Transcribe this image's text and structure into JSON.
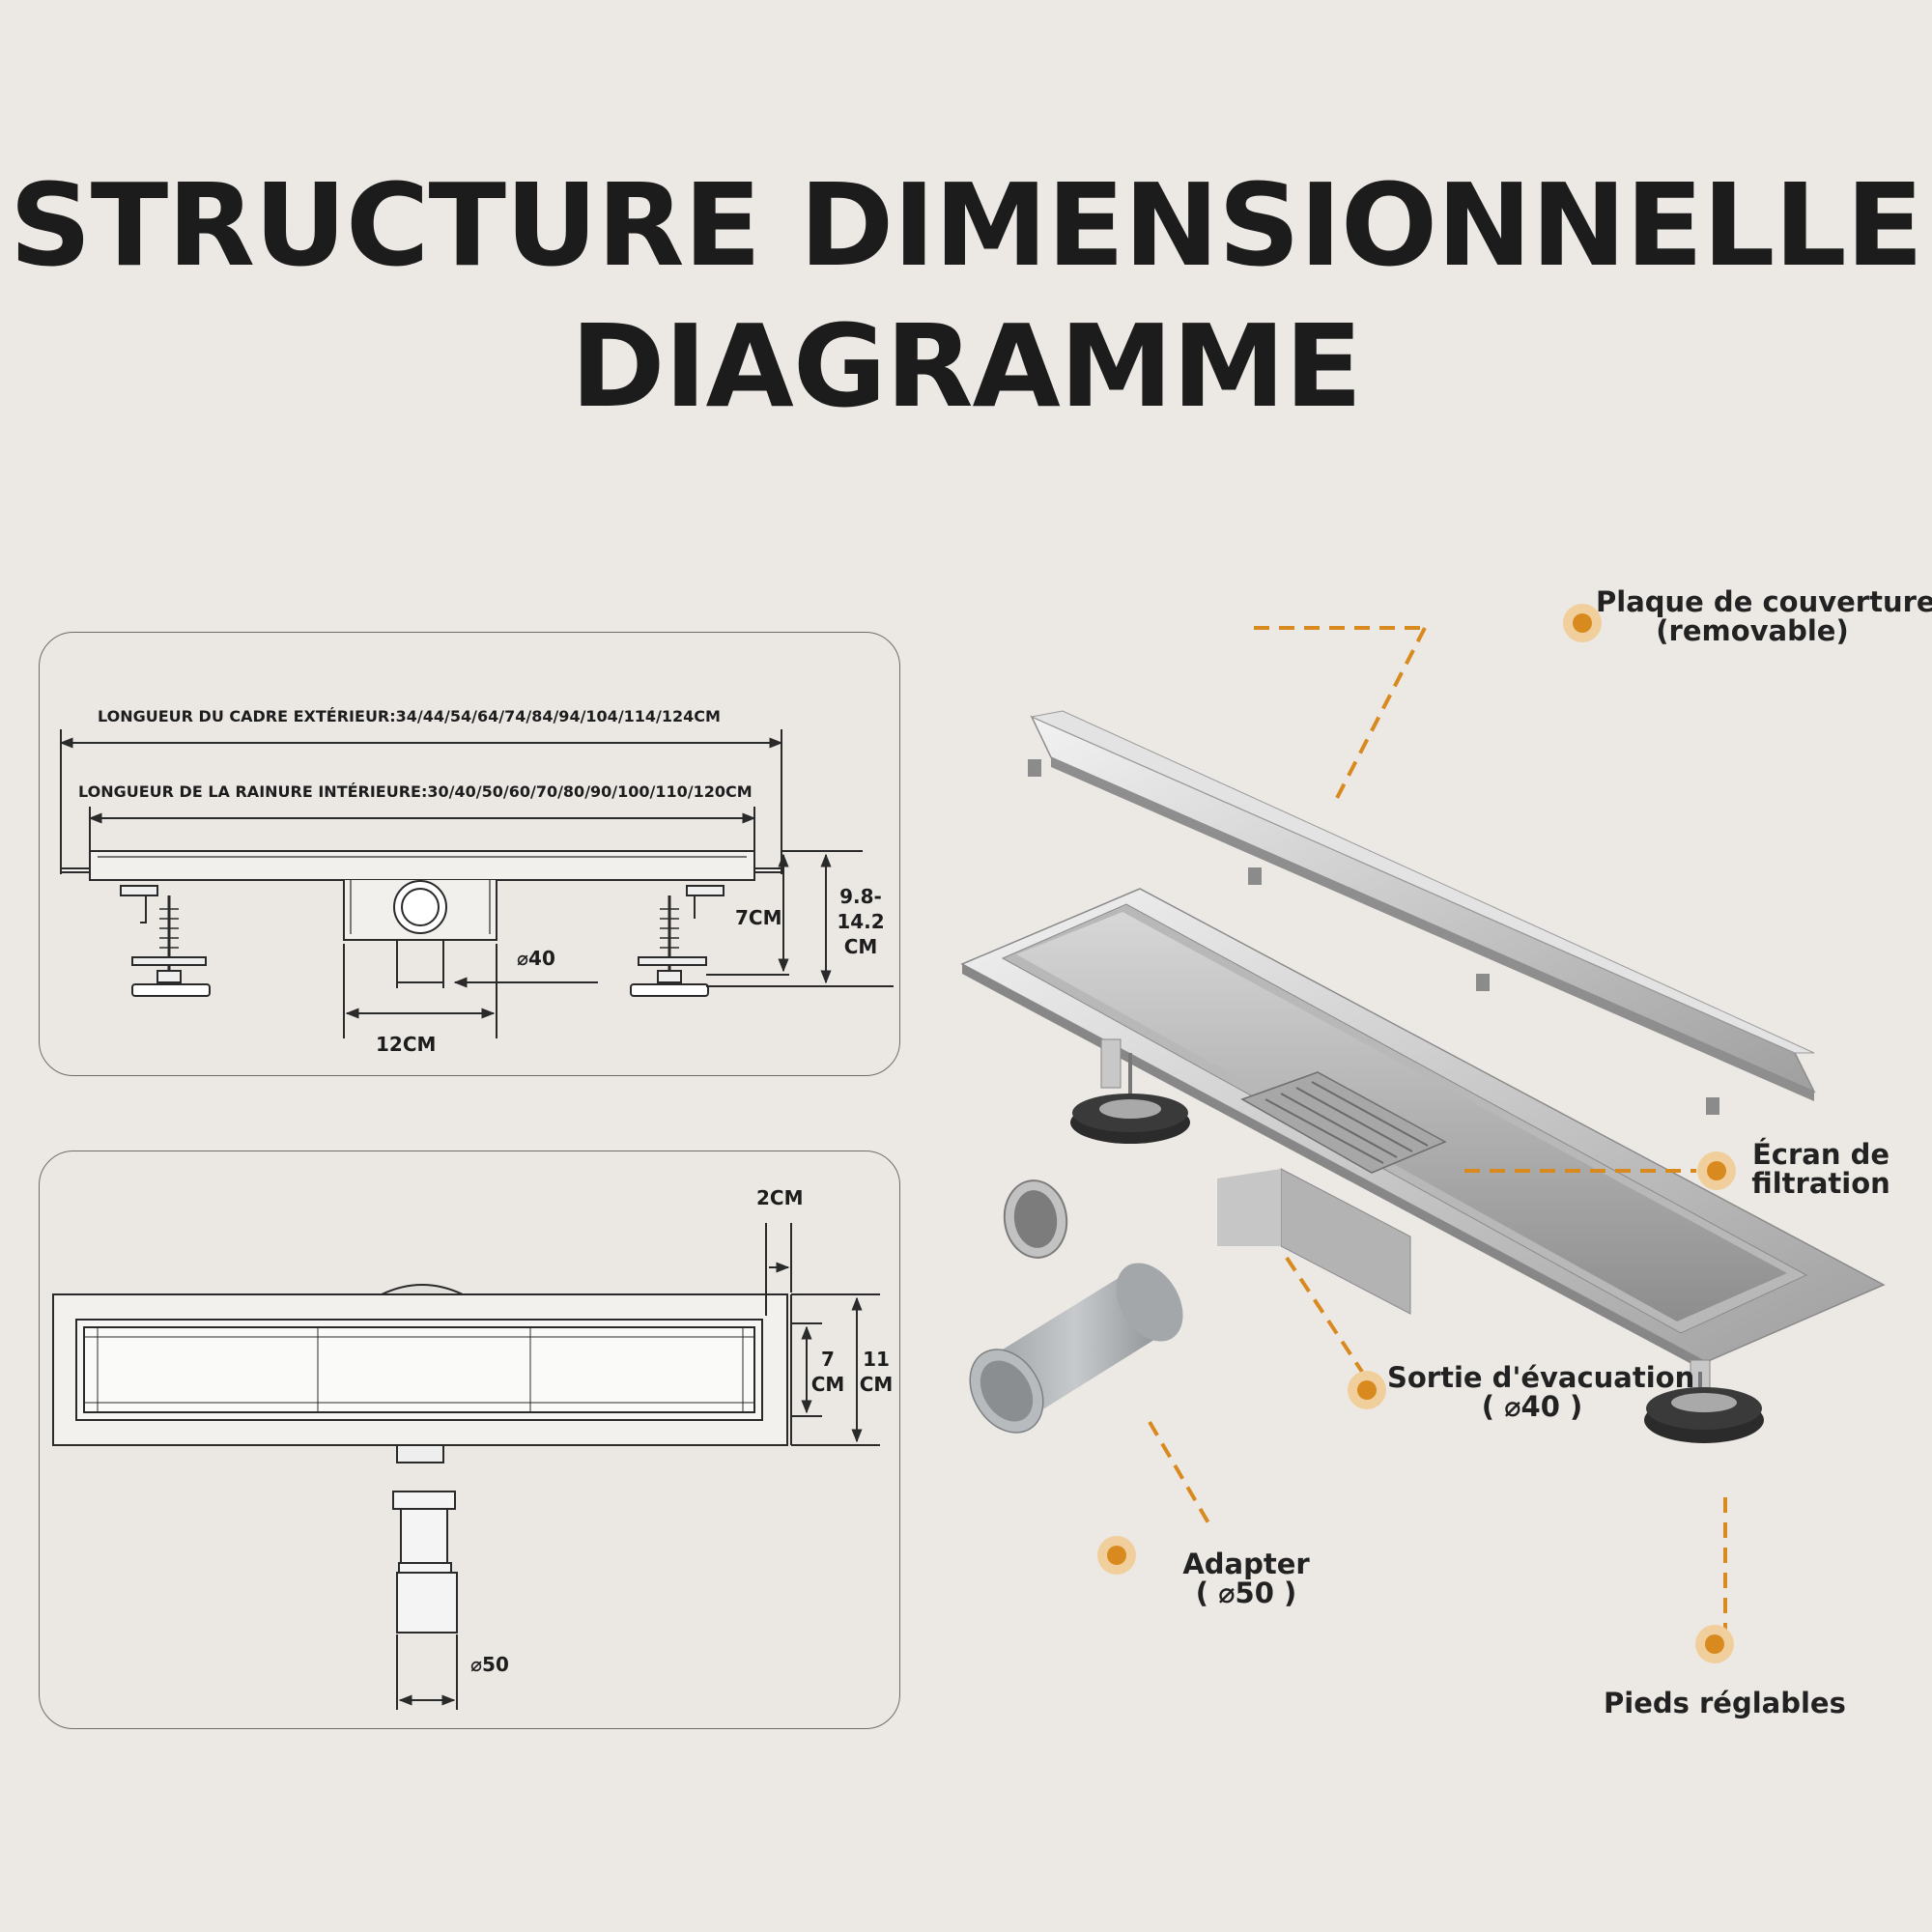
{
  "title": {
    "line1": "STRUCTURE DIMENSIONNELLE",
    "line2": "DIAGRAMME"
  },
  "side_view": {
    "outer_length": "LONGUEUR DU CADRE EXTÉRIEUR:34/44/54/64/74/84/94/104/114/124CM",
    "inner_length": "LONGUEUR DE LA RAINURE INTÉRIEURE:30/40/50/60/70/80/90/100/110/120CM",
    "outlet_diameter": "⌀40",
    "outlet_width": "12CM",
    "depth": "7CM",
    "height_line1": "9.8-",
    "height_line2": "14.2",
    "height_line3": "CM"
  },
  "top_view": {
    "edge": "2CM",
    "inner_width_line1": "7",
    "inner_width_line2": "CM",
    "outer_width_line1": "11",
    "outer_width_line2": "CM",
    "adapter_diameter": "⌀50"
  },
  "callouts": {
    "cover_line1": "Plaque de couverture",
    "cover_line2": "(removable)",
    "filter_line1": "Écran de",
    "filter_line2": "filtration",
    "outlet_line1": "Sortie d'évacuation",
    "outlet_line2": "( ⌀40 )",
    "adapter_line1": "Adapter",
    "adapter_line2": "( ⌀50 )",
    "feet": "Pieds réglables"
  },
  "colors": {
    "accent": "#d98a1f",
    "dot_halo": "#f0cf9d",
    "line": "#2a2a2a",
    "background": "#ece9e5"
  }
}
